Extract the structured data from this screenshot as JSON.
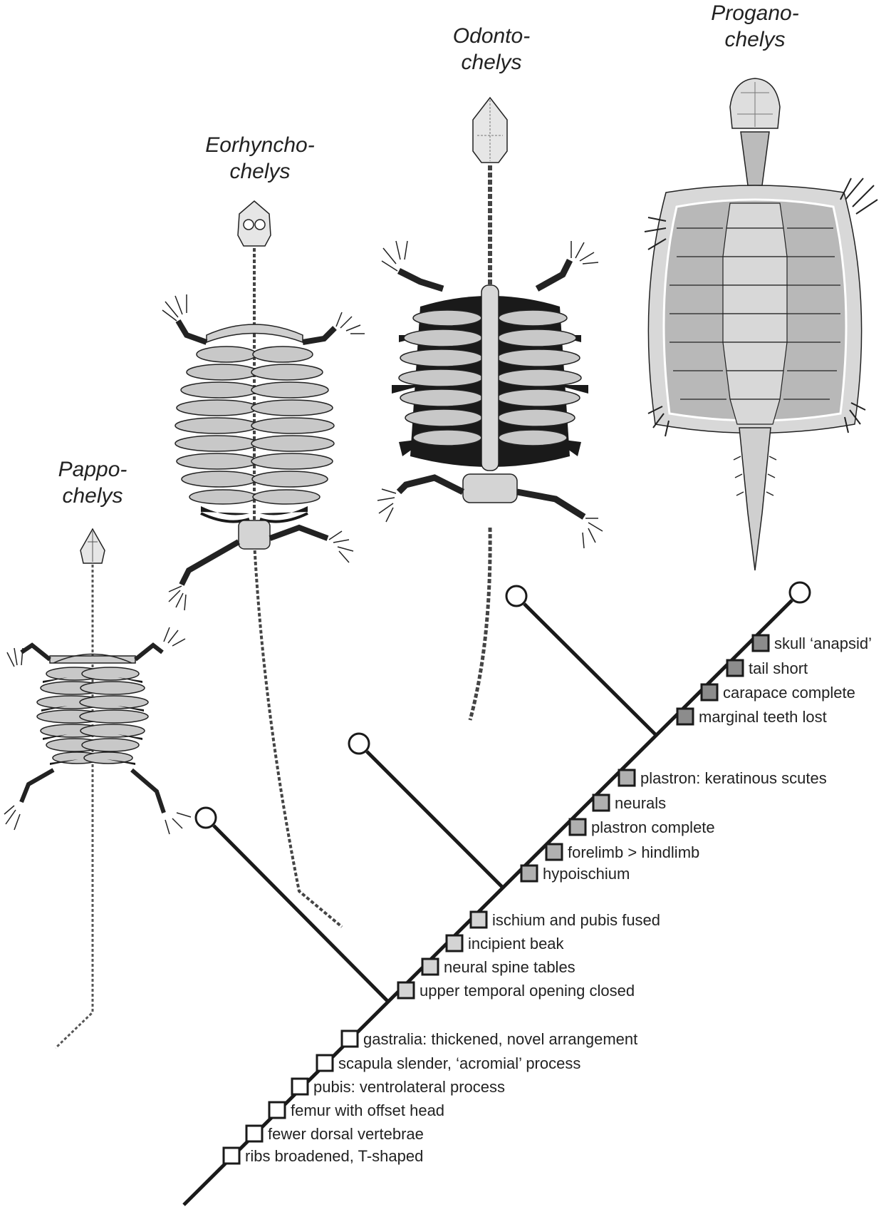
{
  "taxa": [
    {
      "id": "pappochelys",
      "line1": "Pappo-",
      "line2": "chelys"
    },
    {
      "id": "eorhynchochelys",
      "line1": "Eorhyncho-",
      "line2": "chelys"
    },
    {
      "id": "odontochelys",
      "line1": "Odonto-",
      "line2": "chelys"
    },
    {
      "id": "proganochelys",
      "line1": "Progano-",
      "line2": "chelys"
    }
  ],
  "characters": {
    "group1": {
      "fill": "#ffffff",
      "labels": [
        "ribs broadened, T-shaped",
        "fewer dorsal vertebrae",
        "femur with offset head",
        "pubis: ventrolateral process",
        "scapula slender, ‘acromial’ process",
        "gastralia: thickened, novel arrangement"
      ]
    },
    "group2": {
      "fill": "#d4d4d4",
      "labels": [
        "upper temporal opening closed",
        "neural spine tables",
        "incipient beak",
        "ischium and pubis fused"
      ]
    },
    "group3": {
      "fill": "#b0b0b0",
      "labels": [
        "hypoischium",
        "forelimb > hindlimb",
        "plastron complete",
        "neurals",
        "plastron: keratinous scutes"
      ]
    },
    "group4": {
      "fill": "#8c8c8c",
      "labels": [
        "marginal teeth lost",
        "carapace complete",
        "tail short",
        "skull ‘anapsid’"
      ]
    }
  },
  "colors": {
    "line": "#1a1a1a",
    "rib_light": "#c8c8c8",
    "rib_dark": "#1a1a1a",
    "shell": "#b8b8b8",
    "shell_outer": "#d8d8d8"
  }
}
